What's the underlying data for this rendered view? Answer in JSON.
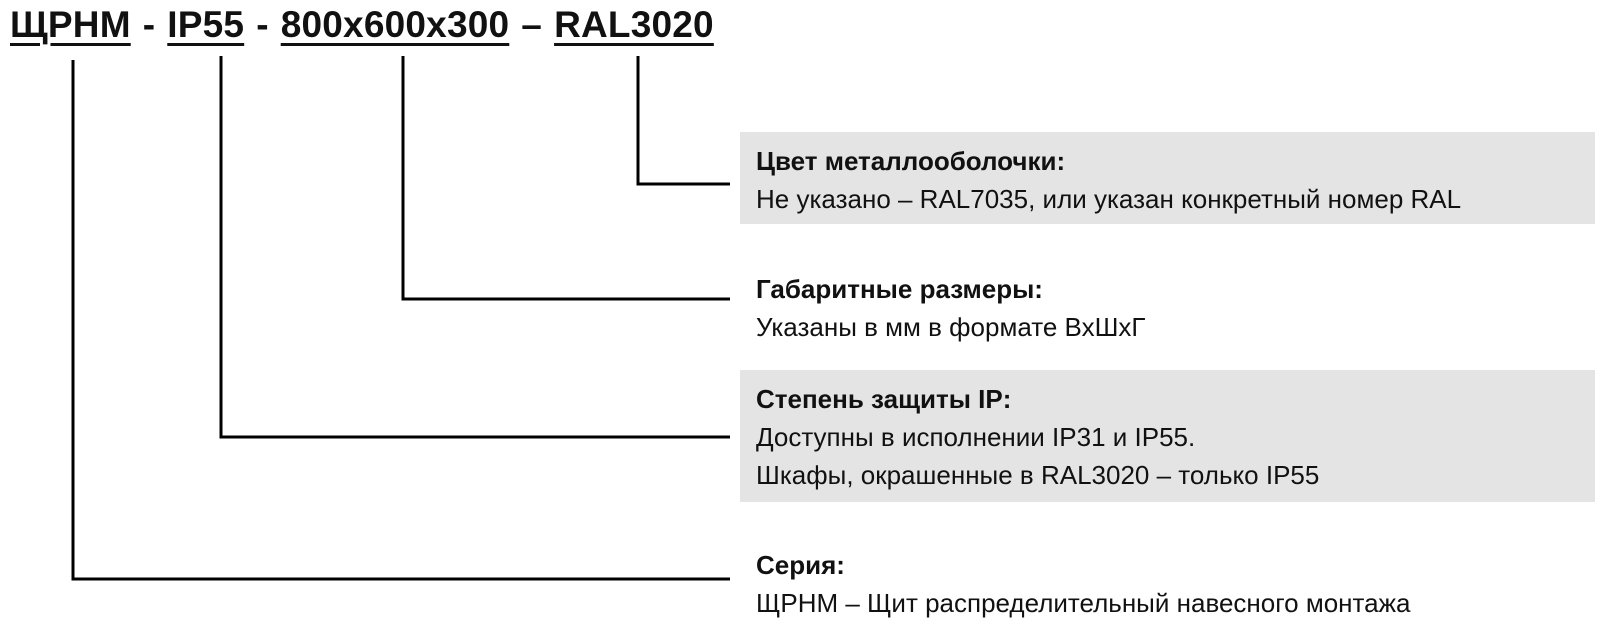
{
  "code": {
    "parts": [
      "ЩРНМ",
      "IP55",
      "800x600x300",
      "RAL3020"
    ],
    "separators": [
      "-",
      "-",
      "–"
    ]
  },
  "boxes": [
    {
      "title": "Цвет металлооболочки:",
      "lines": [
        "Не указано – RAL7035, или указан конкретный номер RAL"
      ],
      "shaded": true
    },
    {
      "title": "Габаритные размеры:",
      "lines": [
        "Указаны в мм в формате ВхШхГ"
      ],
      "shaded": false
    },
    {
      "title": "Степень защиты IP:",
      "lines": [
        "Доступны в исполнении IP31 и IP55.",
        "Шкафы, окрашенные в RAL3020 – только IP55"
      ],
      "shaded": true
    },
    {
      "title": "Серия:",
      "lines": [
        "ЩРНМ – Щит распределительный навесного монтажа"
      ],
      "shaded": false
    }
  ],
  "colors": {
    "box_shade": "#e4e4e4",
    "line": "#000000",
    "text": "#111111"
  }
}
